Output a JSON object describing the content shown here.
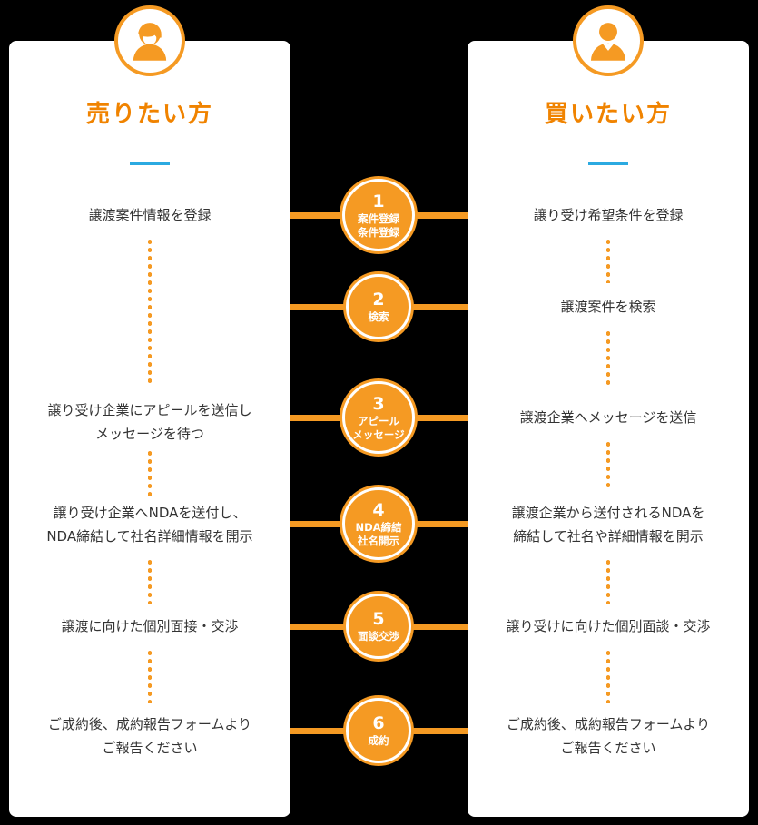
{
  "colors": {
    "background": "#000000",
    "card": "#FFFFFF",
    "accent_orange": "#F59A23",
    "heading_orange": "#F08300",
    "divider_blue": "#2BAAE1",
    "body_text": "#333333",
    "circle_text": "#FFFFFF"
  },
  "seller": {
    "title": "売りたい方",
    "icon": "female-user-icon",
    "steps": [
      {
        "lines": [
          "譲渡案件情報を登録"
        ]
      },
      {
        "lines": [
          "譲り受け企業にアピールを送信し",
          "メッセージを待つ"
        ]
      },
      {
        "lines": [
          "譲り受け企業へNDAを送付し、",
          "NDA締結して社名詳細情報を開示"
        ]
      },
      {
        "lines": [
          "譲渡に向けた個別面接・交渉"
        ]
      },
      {
        "lines": [
          "ご成約後、成約報告フォームより",
          "ご報告ください"
        ]
      }
    ]
  },
  "buyer": {
    "title": "買いたい方",
    "icon": "male-user-icon",
    "steps": [
      {
        "lines": [
          "譲り受け希望条件を登録"
        ]
      },
      {
        "lines": [
          "譲渡案件を検索"
        ]
      },
      {
        "lines": [
          "譲渡企業へメッセージを送信"
        ]
      },
      {
        "lines": [
          "譲渡企業から送付されるNDAを",
          "締結して社名や詳細情報を開示"
        ]
      },
      {
        "lines": [
          "譲り受けに向けた個別面談・交渉"
        ]
      },
      {
        "lines": [
          "ご成約後、成約報告フォームより",
          "ご報告ください"
        ]
      }
    ]
  },
  "timeline": [
    {
      "number": "1",
      "label_lines": [
        "案件登録",
        "条件登録"
      ]
    },
    {
      "number": "2",
      "label_lines": [
        "検索"
      ]
    },
    {
      "number": "3",
      "label_lines": [
        "アピール",
        "メッセージ"
      ]
    },
    {
      "number": "4",
      "label_lines": [
        "NDA締結",
        "社名開示"
      ]
    },
    {
      "number": "5",
      "label_lines": [
        "面談交渉"
      ]
    },
    {
      "number": "6",
      "label_lines": [
        "成約"
      ]
    }
  ]
}
